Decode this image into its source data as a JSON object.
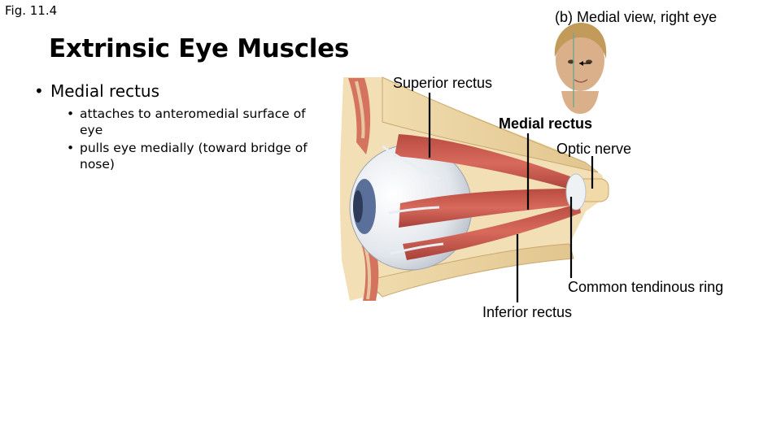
{
  "fig_label": "Fig. 11.4",
  "title": "Extrinsic Eye Muscles",
  "bullet": "Medial rectus",
  "sub_bullets": [
    "attaches to anteromedial surface of eye",
    "pulls eye medially (toward bridge of nose)"
  ],
  "view_caption": "(b) Medial view, right eye",
  "labels": {
    "superior_rectus": "Superior rectus",
    "medial_rectus": "Medial rectus",
    "optic_nerve": "Optic nerve",
    "common_tendinous_ring": "Common tendinous ring",
    "inferior_rectus": "Inferior rectus"
  },
  "colors": {
    "muscle": "#c8564a",
    "bone": "#e8cf9c",
    "eyeball": "#e4e8ee",
    "iris": "#5a6f9a"
  }
}
